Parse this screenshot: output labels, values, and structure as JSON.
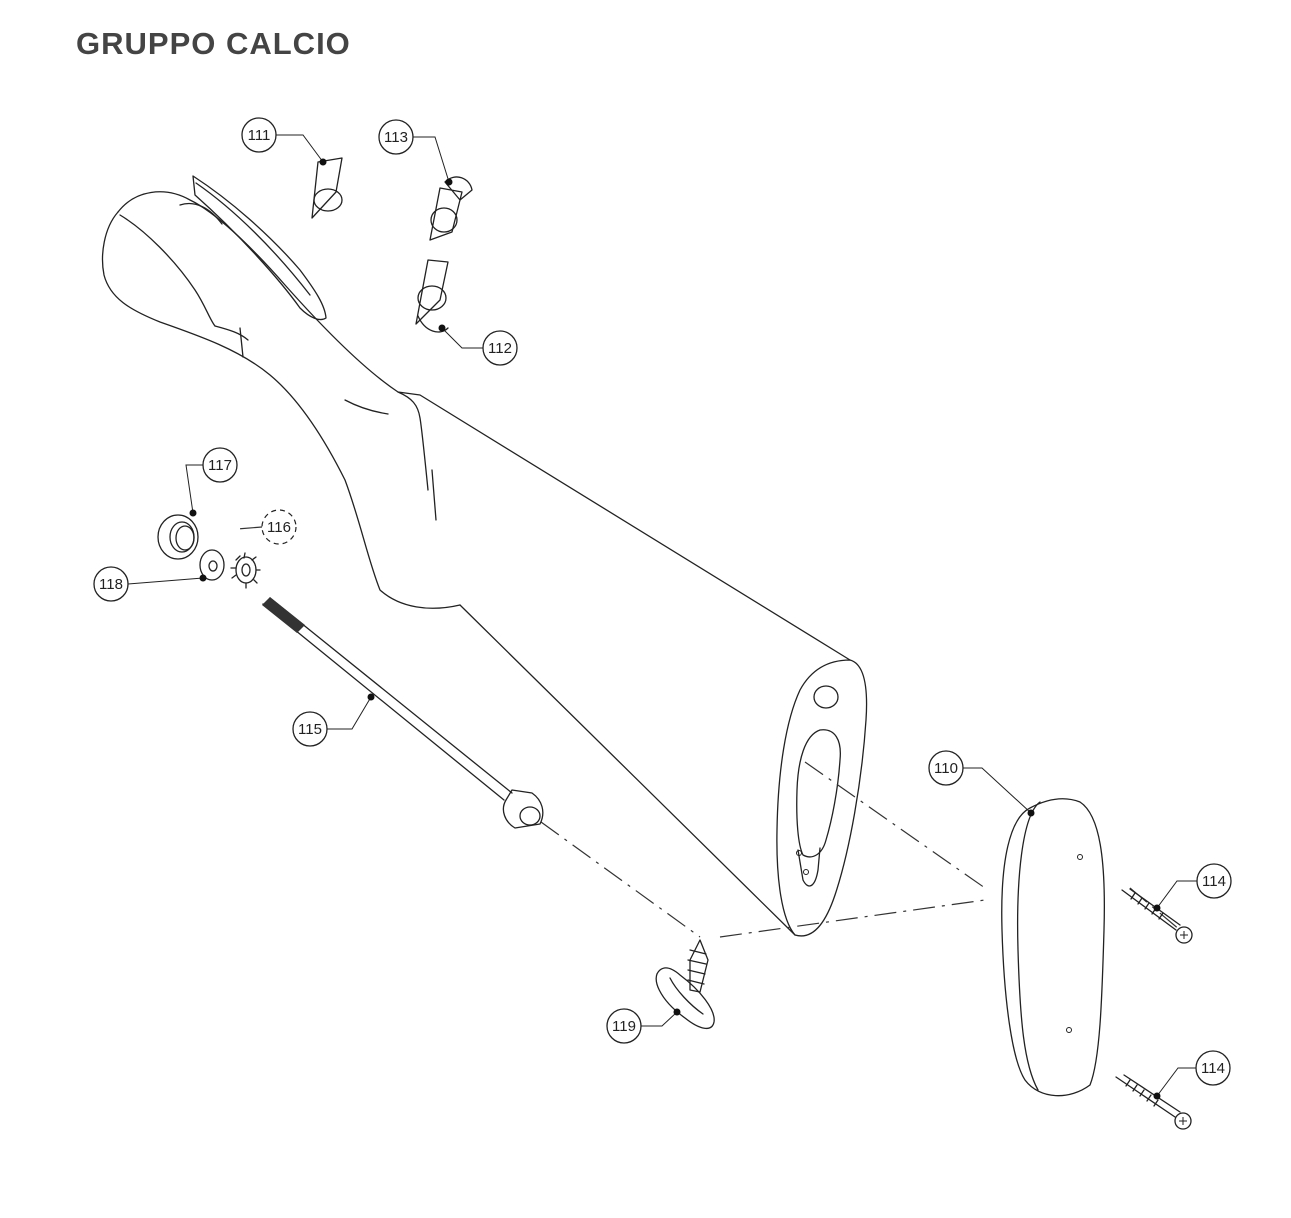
{
  "title": "GRUPPO CALCIO",
  "parts": [
    {
      "id": "p110",
      "label": "110"
    },
    {
      "id": "p111",
      "label": "111"
    },
    {
      "id": "p112",
      "label": "112"
    },
    {
      "id": "p113",
      "label": "113"
    },
    {
      "id": "p114a",
      "label": "114"
    },
    {
      "id": "p114b",
      "label": "114"
    },
    {
      "id": "p115",
      "label": "115"
    },
    {
      "id": "p116",
      "label": "116"
    },
    {
      "id": "p117",
      "label": "117"
    },
    {
      "id": "p118",
      "label": "118"
    },
    {
      "id": "p119",
      "label": "119"
    }
  ]
}
